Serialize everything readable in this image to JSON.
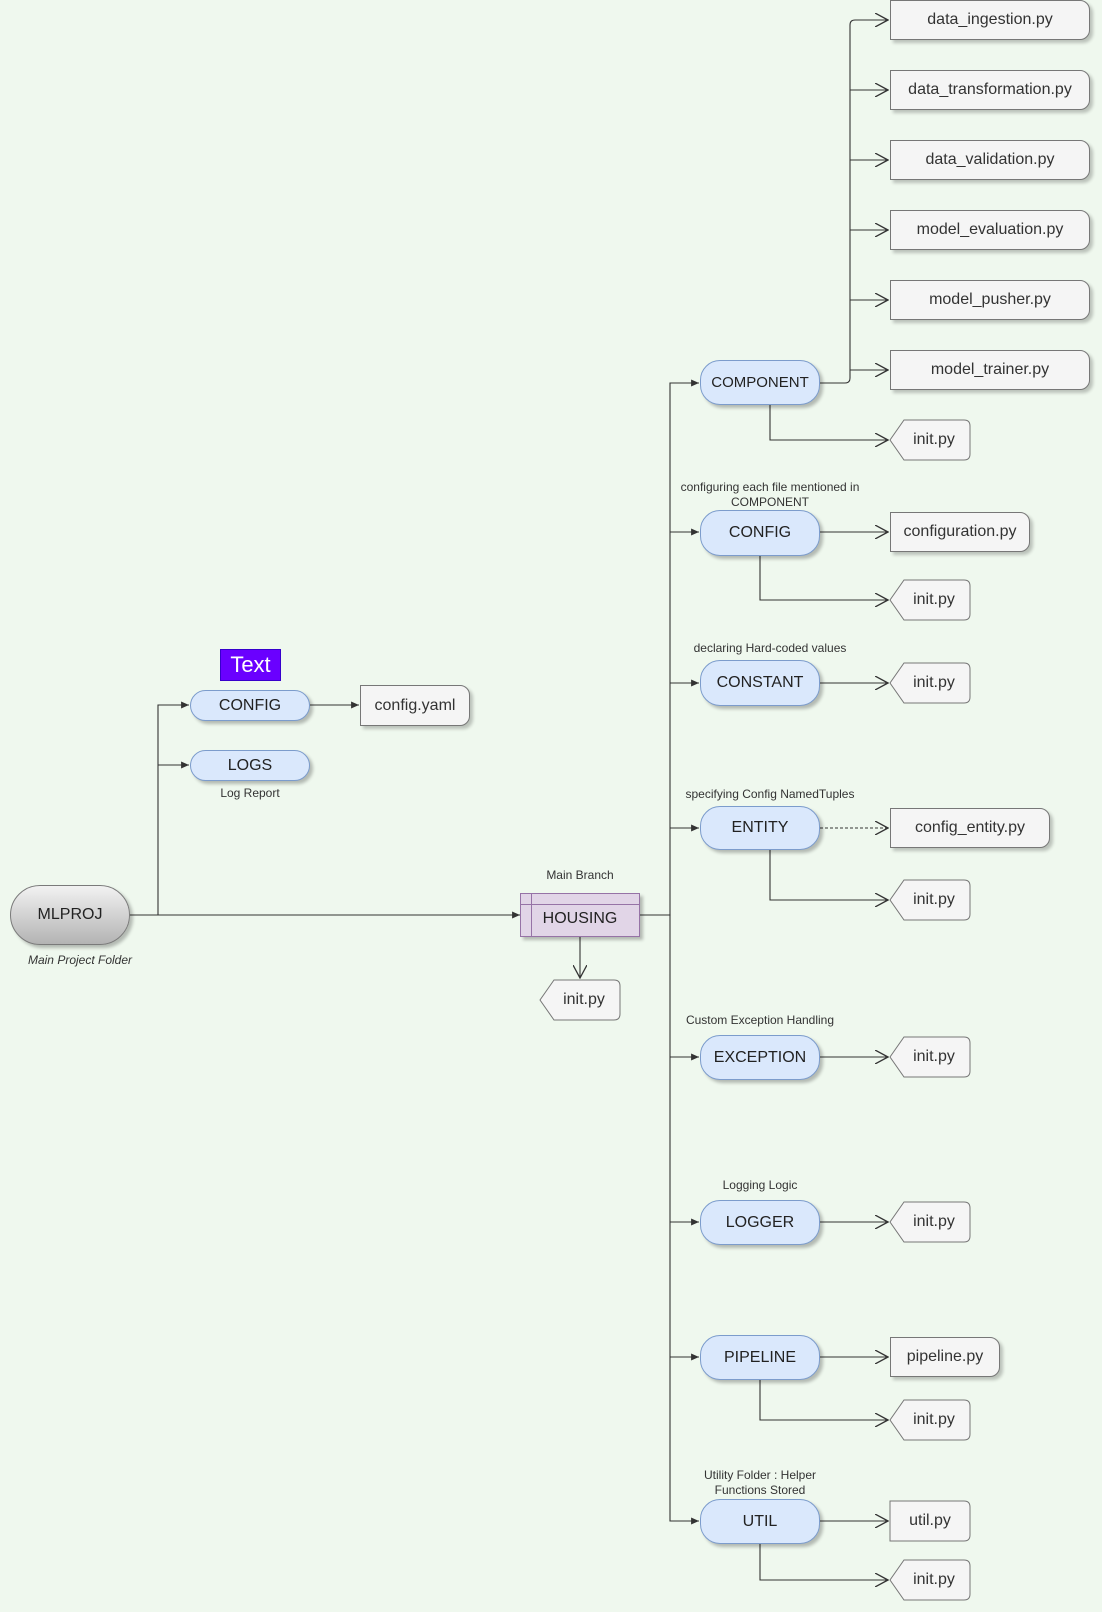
{
  "root": {
    "label": "MLPROJ",
    "caption": "Main Project Folder"
  },
  "badge": "Text",
  "config_top": {
    "label": "CONFIG",
    "file": "config.yaml"
  },
  "logs": {
    "label": "LOGS",
    "caption": "Log Report"
  },
  "housing": {
    "label": "HOUSING",
    "caption": "Main Branch",
    "init": "init.py"
  },
  "component": {
    "label": "COMPONENT",
    "files": [
      "data_ingestion.py",
      "data_transformation.py",
      "data_validation.py",
      "model_evaluation.py",
      "model_pusher.py",
      "model_trainer.py"
    ],
    "init": "init.py"
  },
  "config": {
    "label": "CONFIG",
    "caption": "configuring each file mentioned in COMPONENT",
    "file": "configuration.py",
    "init": "init.py"
  },
  "constant": {
    "label": "CONSTANT",
    "caption": "declaring Hard-coded values",
    "init": "init.py"
  },
  "entity": {
    "label": "ENTITY",
    "caption": "specifying Config NamedTuples",
    "file": "config_entity.py",
    "init": "init.py"
  },
  "exception": {
    "label": "EXCEPTION",
    "caption": "Custom Exception Handling",
    "init": "init.py"
  },
  "logger": {
    "label": "LOGGER",
    "caption": "Logging Logic",
    "init": "init.py"
  },
  "pipeline": {
    "label": "PIPELINE",
    "file": "pipeline.py",
    "init": "init.py"
  },
  "util": {
    "label": "UTIL",
    "caption": "Utility Folder : Helper Functions Stored",
    "file": "util.py",
    "init": "init.py"
  },
  "colors": {
    "pill_fill": "#dae8fc",
    "housing_fill": "#e1d5e7",
    "badge_fill": "#6a00ff",
    "background": "#eff8ee"
  }
}
